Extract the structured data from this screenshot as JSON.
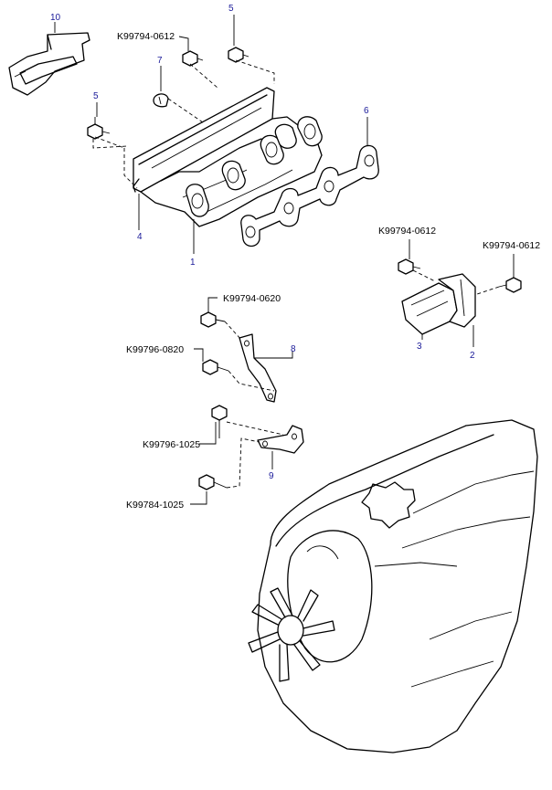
{
  "colors": {
    "ink": "#000000",
    "callout": "#1a1a99",
    "background": "#ffffff"
  },
  "labels": {
    "n10": "10",
    "n5a": "5",
    "n5b": "5",
    "n7": "7",
    "n6": "6",
    "n4": "4",
    "n1": "1",
    "n3": "3",
    "n2": "2",
    "n8": "8",
    "n9": "9",
    "k_0612_top": "K99794-0612",
    "k_0612_right_a": "K99794-0612",
    "k_0612_right_b": "K99794-0612",
    "k_0620": "K99794-0620",
    "k_0820": "K99796-0820",
    "k_1025_a": "K99796-1025",
    "k_1025_b": "K99784-1025"
  }
}
